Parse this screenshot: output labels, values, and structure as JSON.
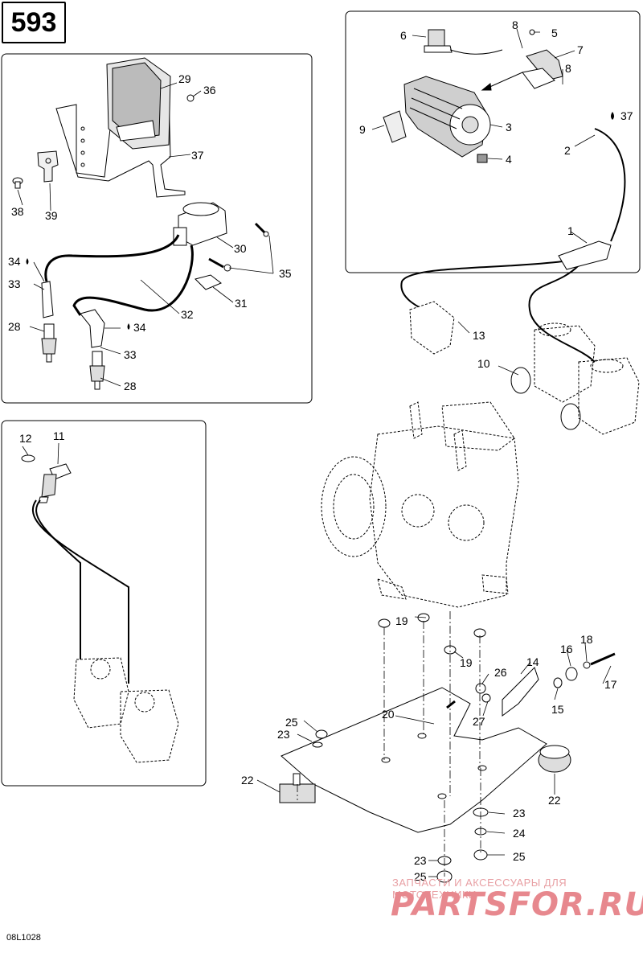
{
  "page_number": "593",
  "drawing_code": "08L1028",
  "watermark": {
    "top_text": "ЗАПЧАСТИ И АКСЕССУАРЫ ДЛЯ МОТОТЕХНИКИ",
    "logo_text": "PARTSFOR.RU"
  },
  "callouts": {
    "c1": "1",
    "c2": "2",
    "c3": "3",
    "c4": "4",
    "c5": "5",
    "c6": "6",
    "c7": "7",
    "c8a": "8",
    "c8b": "8",
    "c9": "9",
    "c10": "10",
    "c11": "11",
    "c12": "12",
    "c13": "13",
    "c14": "14",
    "c15": "15",
    "c16": "16",
    "c17": "17",
    "c18": "18",
    "c19a": "19",
    "c19b": "19",
    "c20": "20",
    "c22a": "22",
    "c22b": "22",
    "c23a": "23",
    "c23b": "23",
    "c23c": "23",
    "c24": "24",
    "c25a": "25",
    "c25b": "25",
    "c25c": "25",
    "c26": "26",
    "c27": "27",
    "c28a": "28",
    "c28b": "28",
    "c29": "29",
    "c30": "30",
    "c31": "31",
    "c32": "32",
    "c33a": "33",
    "c33b": "33",
    "c34a": "34",
    "c34b": "34",
    "c35": "35",
    "c36": "36",
    "c37a": "37",
    "c37b": "37",
    "c38": "38",
    "c39": "39"
  }
}
